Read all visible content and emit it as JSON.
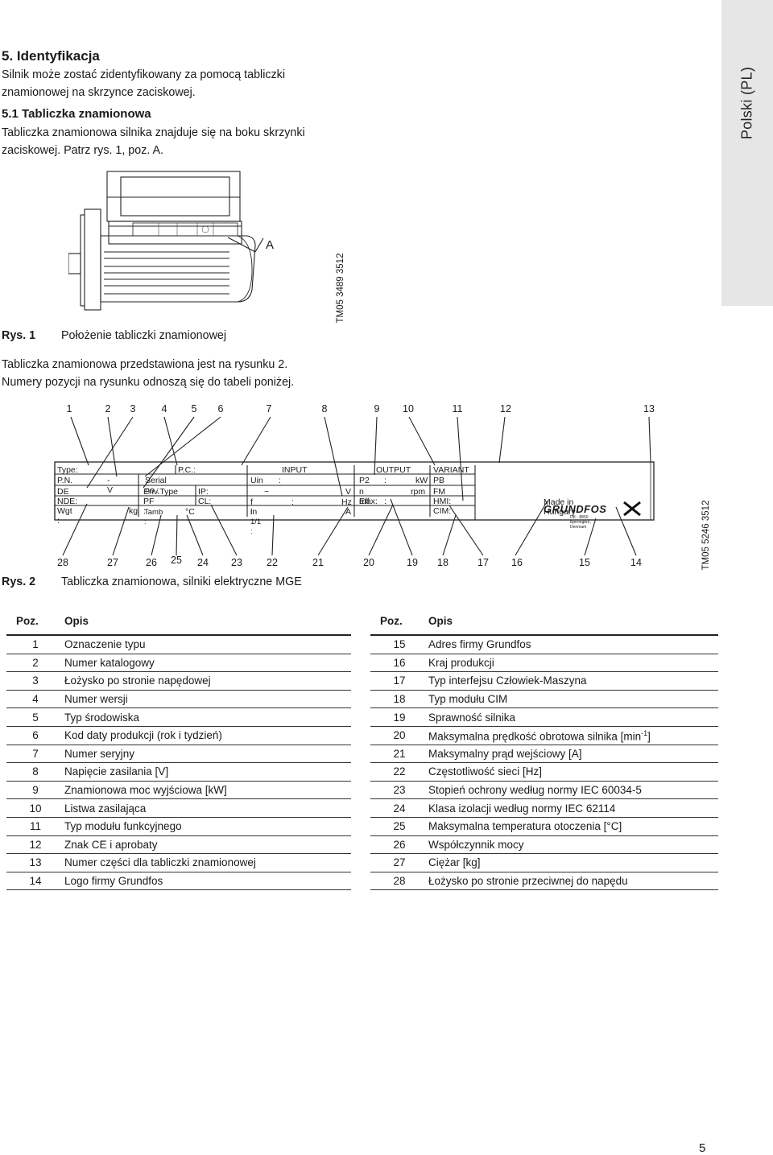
{
  "side_tab": "Polski (PL)",
  "section_title": "5. Identyfikacja",
  "intro_lines": [
    "Silnik może zostać zidentyfikowany za pomocą tabliczki",
    "znamionowej na skrzynce zaciskowej."
  ],
  "subsection_title": "5.1 Tabliczka znamionowa",
  "sub_lines": [
    "Tabliczka znamionowa silnika znajduje się na boku skrzynki",
    "zaciskowej. Patrz rys. 1, poz. A."
  ],
  "fig1": {
    "label_a": "A",
    "tm_code": "TM05 3489 3512",
    "caption_label": "Rys. 1",
    "caption_text": "Położenie tabliczki znamionowej"
  },
  "after_lines": [
    "Tabliczka znamionowa przedstawiona jest na rysunku 2.",
    "Numery pozycji na rysunku odnoszą się do tabeli poniżej."
  ],
  "fig2": {
    "top_numbers": [
      "1",
      "2",
      "3",
      "4",
      "5",
      "6",
      "7",
      "8",
      "9",
      "10",
      "11",
      "12",
      "13"
    ],
    "bottom_numbers": [
      "28",
      "27",
      "26",
      "25",
      "24",
      "23",
      "22",
      "21",
      "20",
      "19",
      "18",
      "17",
      "16",
      "15",
      "14"
    ],
    "plate": {
      "type": "Type:",
      "pc": "P.C.:",
      "input": "INPUT",
      "output": "OUTPUT",
      "variant": "VARIANT",
      "pn": "P.N.  :",
      "minus_v": "- V",
      "serial": "Serial no :",
      "uin": "Uin",
      "colon": ":",
      "p2": "P2",
      "kw": "kW",
      "pb": "PB :",
      "de": "DE  :",
      "envtype": "Env.Type :",
      "ip": "IP:",
      "tilde": "~",
      "v": "V",
      "nmax": "n max:",
      "rpm": "rpm",
      "fm": "FM :",
      "nde": "NDE:",
      "pf": "PF   :",
      "cl": "CL:",
      "fin": "f in",
      "hz": "Hz",
      "eff": "Eff",
      "hmi": "HMI:",
      "wgt": "Wgt :",
      "kg": "kg",
      "tamb": "Tamb :",
      "degc": "°C",
      "i11": "I 1/1 :",
      "a": "A",
      "cim": "CIM:",
      "made_in": "Made in Hungary",
      "logo": "GRUNDFOS",
      "logo_sub": "DK - 8850 Bjerringbro, Denmark"
    },
    "tm_code": "TM05 5246 3512",
    "caption_label": "Rys. 2",
    "caption_text": "Tabliczka znamionowa, silniki elektryczne MGE"
  },
  "table_header": {
    "poz": "Poz.",
    "opis": "Opis"
  },
  "table_left": [
    {
      "poz": "1",
      "opis": "Oznaczenie typu"
    },
    {
      "poz": "2",
      "opis": "Numer katalogowy"
    },
    {
      "poz": "3",
      "opis": "Łożysko po stronie napędowej"
    },
    {
      "poz": "4",
      "opis": "Numer wersji"
    },
    {
      "poz": "5",
      "opis": "Typ środowiska"
    },
    {
      "poz": "6",
      "opis": "Kod daty produkcji (rok i tydzień)"
    },
    {
      "poz": "7",
      "opis": "Numer seryjny"
    },
    {
      "poz": "8",
      "opis": "Napięcie zasilania [V]"
    },
    {
      "poz": "9",
      "opis": "Znamionowa moc wyjściowa [kW]"
    },
    {
      "poz": "10",
      "opis": "Listwa zasilająca"
    },
    {
      "poz": "11",
      "opis": "Typ modułu funkcyjnego"
    },
    {
      "poz": "12",
      "opis": "Znak CE i aprobaty"
    },
    {
      "poz": "13",
      "opis": "Numer części dla tabliczki znamionowej"
    },
    {
      "poz": "14",
      "opis": "Logo firmy Grundfos"
    }
  ],
  "table_right": [
    {
      "poz": "15",
      "opis": "Adres firmy Grundfos"
    },
    {
      "poz": "16",
      "opis": "Kraj produkcji"
    },
    {
      "poz": "17",
      "opis": "Typ interfejsu Człowiek-Maszyna"
    },
    {
      "poz": "18",
      "opis": "Typ modułu CIM"
    },
    {
      "poz": "19",
      "opis": "Sprawność silnika"
    },
    {
      "poz": "20",
      "opis": "Maksymalna prędkość obrotowa silnika [min-1]"
    },
    {
      "poz": "21",
      "opis": "Maksymalny prąd wejściowy [A]"
    },
    {
      "poz": "22",
      "opis": "Częstotliwość sieci [Hz]"
    },
    {
      "poz": "23",
      "opis": "Stopień ochrony według normy IEC 60034-5"
    },
    {
      "poz": "24",
      "opis": "Klasa izolacji według normy IEC 62114"
    },
    {
      "poz": "25",
      "opis": "Maksymalna temperatura otoczenia [°C]"
    },
    {
      "poz": "26",
      "opis": "Współczynnik mocy"
    },
    {
      "poz": "27",
      "opis": "Ciężar [kg]"
    },
    {
      "poz": "28",
      "opis": "Łożysko po stronie przeciwnej do napędu"
    }
  ],
  "page_number": "5"
}
